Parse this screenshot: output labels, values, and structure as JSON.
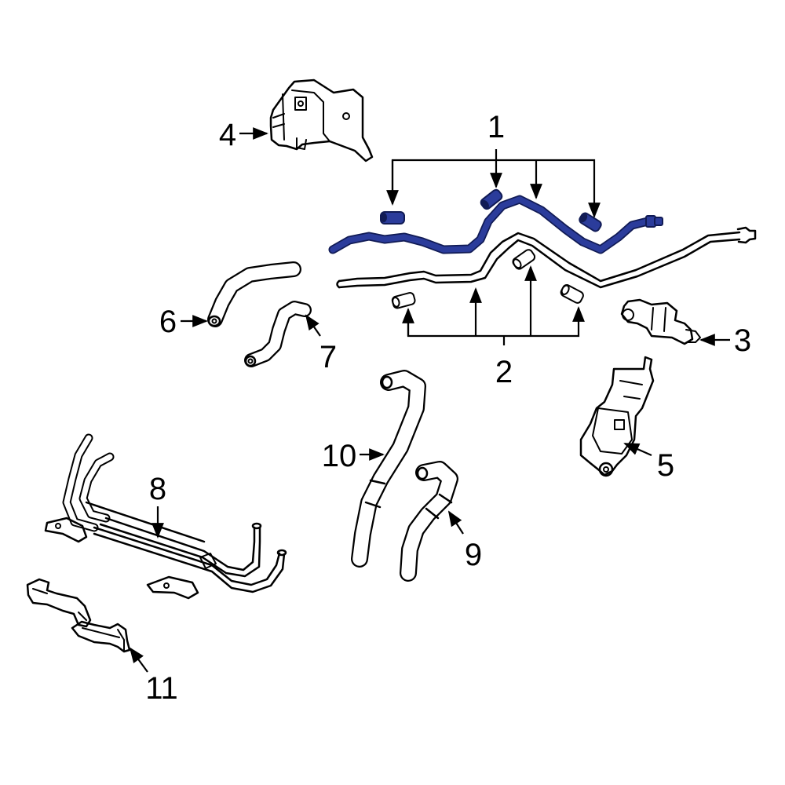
{
  "diagram": {
    "highlight_color": "#2b3c9b",
    "line_color": "#000000",
    "background": "#ffffff",
    "highlighted_part": "1",
    "callouts": {
      "c1": "1",
      "c2": "2",
      "c3": "3",
      "c4": "4",
      "c5": "5",
      "c6": "6",
      "c7": "7",
      "c8": "8",
      "c9": "9",
      "c10": "10",
      "c11": "11"
    }
  }
}
